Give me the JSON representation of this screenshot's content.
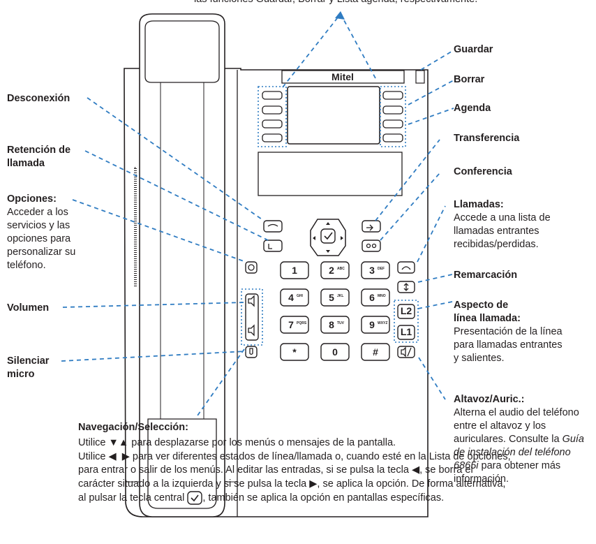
{
  "top_caption": "las funciones Guardar, Borrar y Lista agenda, respectivamente.",
  "brand": "Mitel",
  "keypad": [
    {
      "num": "1",
      "sub": ""
    },
    {
      "num": "2",
      "sub": "ABC"
    },
    {
      "num": "3",
      "sub": "DEF"
    },
    {
      "num": "4",
      "sub": "GHI"
    },
    {
      "num": "5",
      "sub": "JKL"
    },
    {
      "num": "6",
      "sub": "MNO"
    },
    {
      "num": "7",
      "sub": "PQRS"
    },
    {
      "num": "8",
      "sub": "TUV"
    },
    {
      "num": "9",
      "sub": "WXYZ"
    },
    {
      "num": "*",
      "sub": ""
    },
    {
      "num": "0",
      "sub": ""
    },
    {
      "num": "#",
      "sub": ""
    }
  ],
  "line_keys": {
    "l2": "L2",
    "l1": "L1"
  },
  "labels": {
    "guardar": "Guardar",
    "borrar": "Borrar",
    "agenda": "Agenda",
    "transferencia": "Transferencia",
    "conferencia": "Conferencia",
    "llamadas_title": "Llamadas:",
    "llamadas_desc": "Accede a una lista de llamadas entrantes recibidas/perdidas.",
    "remarcacion": "Remarcación",
    "aspecto_title_1": "Aspecto de",
    "aspecto_title_2": "línea llamada:",
    "aspecto_desc": "Presentación de la línea para llamadas entrantes y salientes.",
    "altavoz_title": "Altavoz/Auric.:",
    "altavoz_desc_1": "Alterna el audio del teléfono entre el altavoz y los auriculares.",
    "altavoz_desc_2": "Consulte la",
    "altavoz_guide": "Guía de instalación del teléfono 6865i",
    "altavoz_desc_3": "para obtener más información.",
    "desconexion": "Desconexión",
    "retencion_1": "Retención de",
    "retencion_2": "llamada",
    "opciones_title": "Opciones:",
    "opciones_desc": "Acceder a los servicios y las opciones para personalizar su teléfono.",
    "volumen": "Volumen",
    "silenciar_1": "Silenciar",
    "silenciar_2": "micro"
  },
  "navigation": {
    "title": "Navegación/Selección:",
    "p1a": "Utilice",
    "p1b": "para desplazarse por los menús o mensajes de la pantalla.",
    "p2a": "Utilice",
    "p2b": "para ver diferentes estados de línea/llamada o, cuando esté en la Lista de opciones, para entrar o salir de los menús. Al editar las entradas, si se pulsa la tecla",
    "p2c": ", se borra el carácter situado a la izquierda y si se pulsa la tecla",
    "p2d": ", se aplica la opción. De forma alternativa, al pulsar la tecla central",
    "p2e": ", también se aplica la opción en pantallas específicas."
  }
}
